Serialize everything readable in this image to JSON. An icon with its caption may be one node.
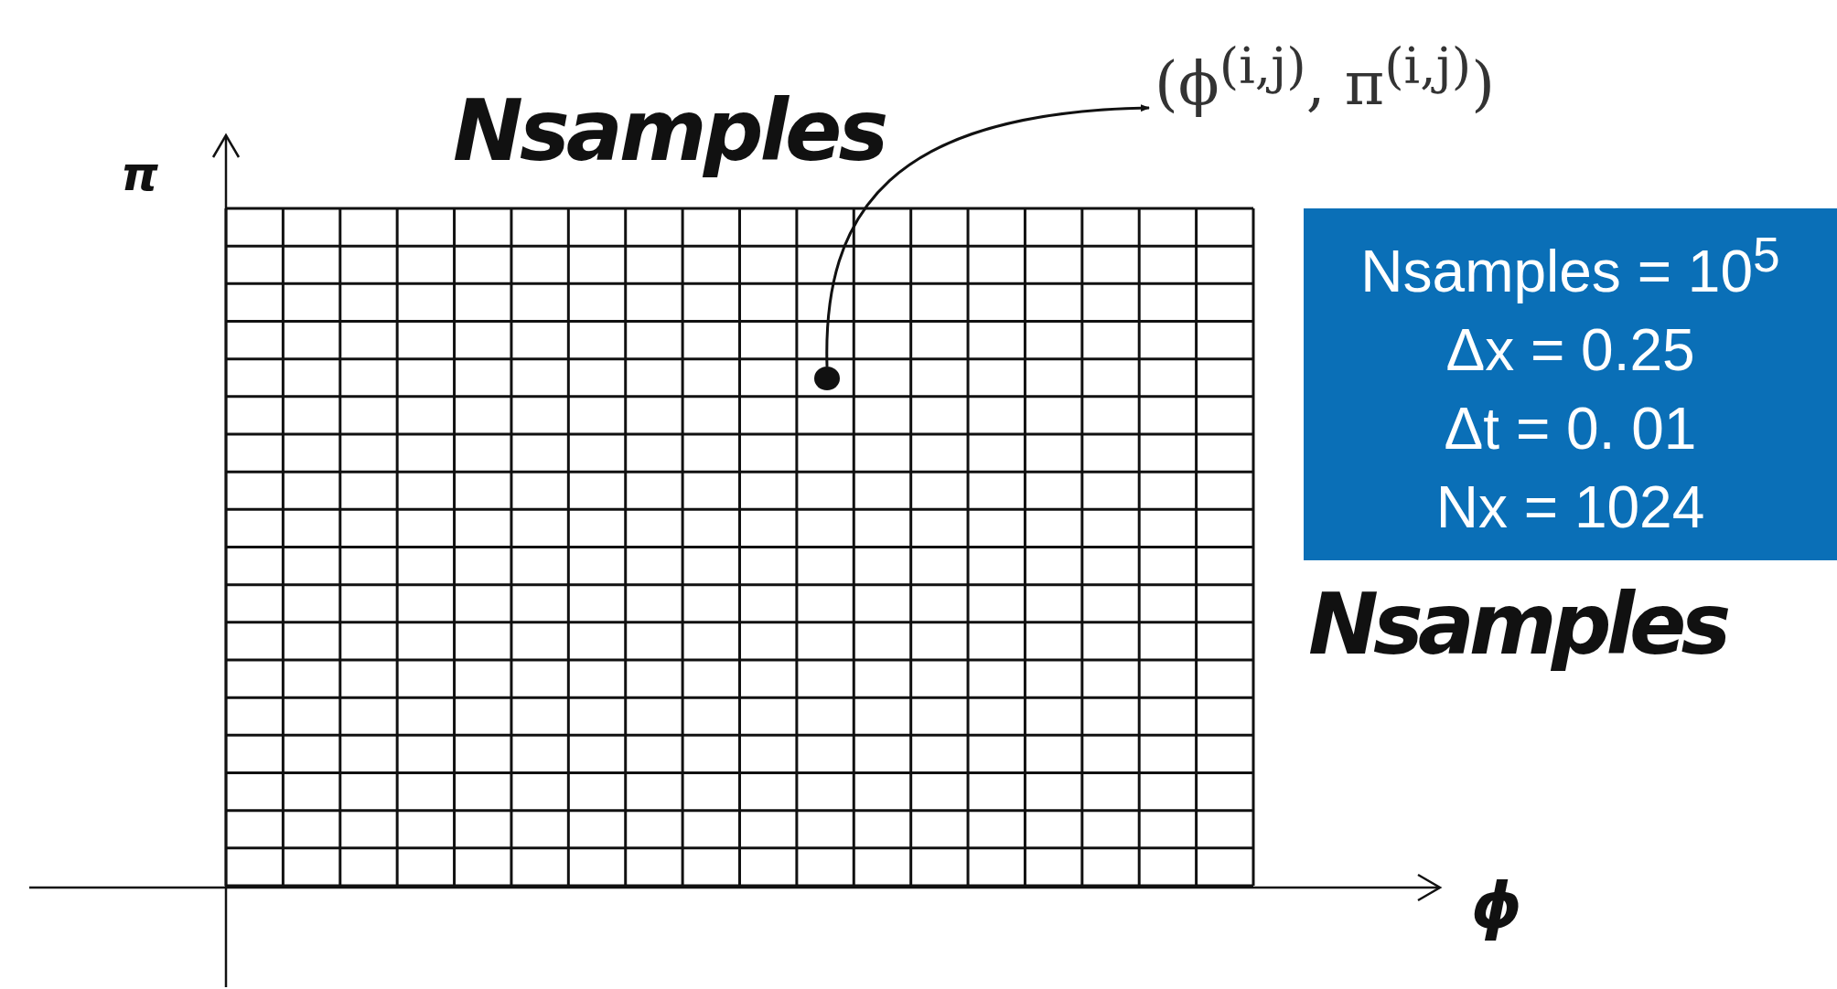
{
  "diagram": {
    "nodes": [
      {
        "text": [],
        "shape": "circle"
      },
      {
        "text": [
          "(ϕ$^{(i,j)}$, π$^{(i,j)}$)"
        ]
      },
      {
        "text": [
          "Nsamples = 10$^{5}$",
          "Δx = 0.25",
          "Δt = 0. 01",
          "Nx = 1024"
        ]
      }
    ],
    "edges": [
      {
        "from": 0,
        "to": 1,
        "arrow": "to"
      }
    ],
    "labels": [
      "Nsamples",
      "π",
      "ϕ",
      "Nsamples"
    ]
  }
}
